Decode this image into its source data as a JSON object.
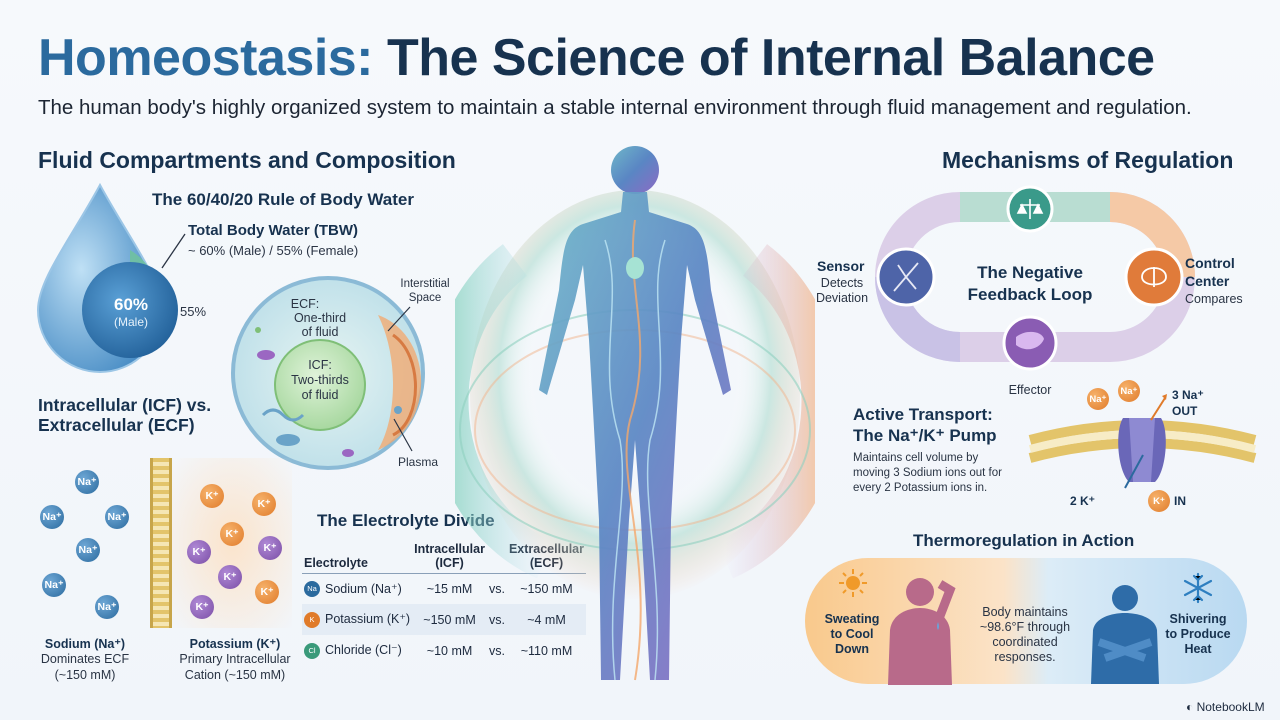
{
  "title_part1": "Homeostasis:",
  "title_part2": "The Science of Internal Balance",
  "subtitle": "The human body's highly organized system to maintain a stable internal environment through fluid management and regulation.",
  "left_section": {
    "heading": "Fluid Compartments and Composition",
    "rule_heading": "The 60/40/20 Rule of Body Water",
    "tbw_label": "Total Body Water (TBW)",
    "tbw_detail": "~ 60% (Male) / 55% (Female)",
    "drop_value": "60%",
    "drop_sub": "(Male)",
    "female_value": "55%",
    "icf_ecf_heading_1": "Intracellular (ICF) vs.",
    "icf_ecf_heading_2": "Extracellular (ECF)",
    "cell": {
      "ecf_label": "ECF:",
      "ecf_text1": "One-third",
      "ecf_text2": "of fluid",
      "icf_label": "ICF:",
      "icf_text1": "Two-thirds",
      "icf_text2": "of fluid",
      "interstitial1": "Interstitial",
      "interstitial2": "Space",
      "plasma": "Plasma"
    },
    "na_ion": "Na⁺",
    "k_ion": "K⁺",
    "sodium_title": "Sodium (Na⁺)",
    "sodium_line2": "Dominates ECF",
    "sodium_line3": "(~150 mM)",
    "potassium_title": "Potassium (K⁺)",
    "potassium_line2": "Primary Intracellular",
    "potassium_line3": "Cation (~150 mM)"
  },
  "electrolyte_table": {
    "heading": "The Electrolyte Divide",
    "col_electrolyte": "Electrolyte",
    "col_icf_1": "Intracellular",
    "col_icf_2": "(ICF)",
    "col_ecf_1": "Extracellular",
    "col_ecf_2": "(ECF)",
    "rows": [
      {
        "icon": "Na",
        "name": "Sodium (Na⁺)",
        "icf": "~15 mM",
        "vs": "vs.",
        "ecf": "~150 mM"
      },
      {
        "icon": "K",
        "name": "Potassium (K⁺)",
        "icf": "~150 mM",
        "vs": "vs.",
        "ecf": "~4 mM"
      },
      {
        "icon": "Cl",
        "name": "Chloride (Cl⁻)",
        "icf": "~10 mM",
        "vs": "vs.",
        "ecf": "~110 mM"
      }
    ]
  },
  "right_section": {
    "heading": "Mechanisms of Regulation",
    "loop_title1": "The Negative",
    "loop_title2": "Feedback Loop",
    "sensor_title": "Sensor",
    "sensor_text1": "Detects",
    "sensor_text2": "Deviation",
    "control_title1": "Control",
    "control_title2": "Center",
    "control_text": "Compares",
    "effector": "Effector",
    "pump_heading1": "Active Transport:",
    "pump_heading2": "The Na⁺/K⁺ Pump",
    "pump_text1": "Maintains cell volume by",
    "pump_text2": "moving 3 Sodium ions out for",
    "pump_text3": "every 2 Potassium ions in.",
    "pump_na": "Na⁺",
    "pump_k": "K⁺",
    "pump_out1": "3 Na⁺",
    "pump_out2": "OUT",
    "pump_in_left": "2 K⁺",
    "pump_in_right": "IN",
    "thermo_heading": "Thermoregulation in Action",
    "sweat1": "Sweating",
    "sweat2": "to Cool",
    "sweat3": "Down",
    "body1": "Body maintains",
    "body2": "~98.6°F through",
    "body3": "coordinated",
    "body4": "responses.",
    "shiver1": "Shivering",
    "shiver2": "to Produce",
    "shiver3": "Heat"
  },
  "watermark": "NotebookLM",
  "colors": {
    "title_accent": "#2b6a9e",
    "title_dark": "#17324f",
    "sodium": "#2b6a9e",
    "potassium": "#e07b2a",
    "chloride": "#3a9a7a"
  }
}
